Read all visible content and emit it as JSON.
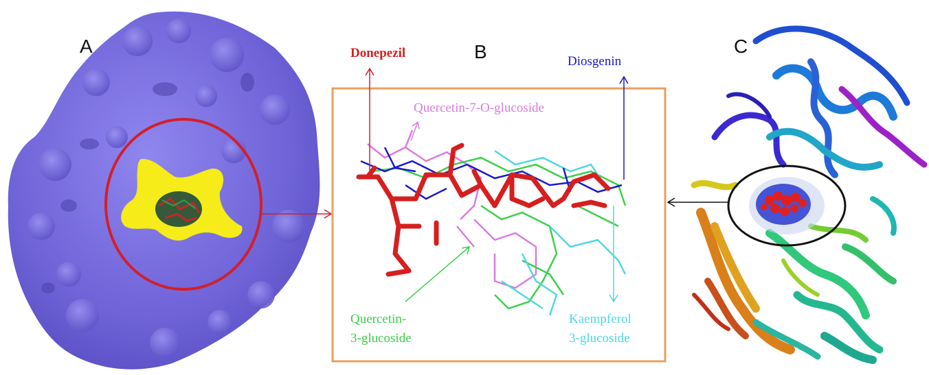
{
  "panels": {
    "a": {
      "letter": "A"
    },
    "b": {
      "letter": "B"
    },
    "c": {
      "letter": "C"
    }
  },
  "labels": {
    "donepezil": "Donepezil",
    "diosgenin": "Diosgenin",
    "quercetin7": "Quercetin-7-O-glucoside",
    "quercetin3_line1": "Quercetin-",
    "quercetin3_line2": "3-glucoside",
    "kaempferol_line1": "Kaempferol",
    "kaempferol_line2": "3-glucoside"
  },
  "colors": {
    "surface": "#7b6fe0",
    "pocket": "#f5ec1a",
    "ring_a": "#d21f2a",
    "box_b": "#e8a060",
    "donepezil": "#d61f1f",
    "diosgenin": "#1a1ac8",
    "quercetin7": "#d97be0",
    "quercetin3": "#3ad04a",
    "kaempferol": "#4fd8e0",
    "ring_c": "#111111"
  }
}
